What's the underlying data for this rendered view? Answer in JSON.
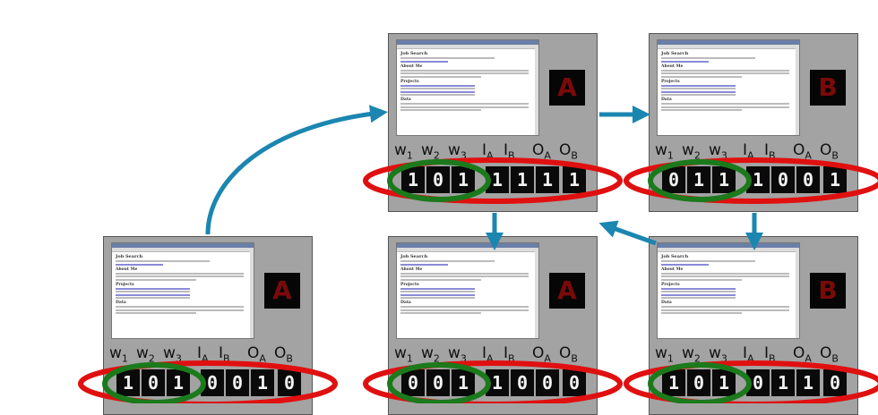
{
  "colors": {
    "arrow": "#1b86b0",
    "red_ellipse": "#e01010",
    "green_ellipse": "#1b7a1b",
    "panel": "#a3a3a3",
    "state_text": "#7a0a0a"
  },
  "label_names": [
    "w1",
    "w2",
    "w3",
    "IA",
    "IB",
    "OA",
    "OB"
  ],
  "panels": [
    {
      "id": "p1",
      "state": "A",
      "bits": [
        "1",
        "0",
        "1",
        "1",
        "1",
        "1",
        "1"
      ]
    },
    {
      "id": "p2",
      "state": "B",
      "bits": [
        "0",
        "1",
        "1",
        "1",
        "0",
        "0",
        "1"
      ]
    },
    {
      "id": "p3",
      "state": "A",
      "bits": [
        "1",
        "0",
        "1",
        "0",
        "0",
        "1",
        "0"
      ]
    },
    {
      "id": "p4",
      "state": "A",
      "bits": [
        "0",
        "0",
        "1",
        "1",
        "0",
        "0",
        "0"
      ]
    },
    {
      "id": "p5",
      "state": "B",
      "bits": [
        "1",
        "0",
        "1",
        "0",
        "1",
        "1",
        "0"
      ]
    }
  ],
  "browser": {
    "title": "Job Search",
    "sections": [
      "About Me",
      "Projects",
      "Data"
    ]
  }
}
